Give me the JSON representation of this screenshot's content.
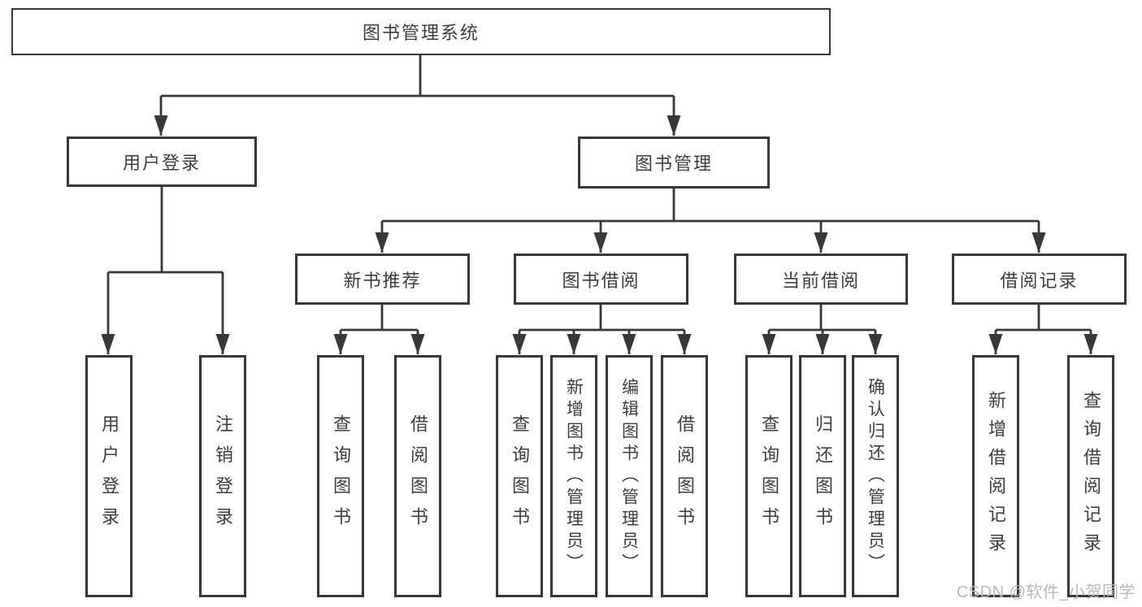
{
  "diagram": {
    "root": {
      "label": "图书管理系统"
    },
    "level2": [
      {
        "id": "user-login",
        "label": "用户登录"
      },
      {
        "id": "book-management",
        "label": "图书管理"
      }
    ],
    "level3": [
      {
        "id": "new-book-recommend",
        "label": "新书推荐"
      },
      {
        "id": "book-borrowing",
        "label": "图书借阅"
      },
      {
        "id": "current-borrowing",
        "label": "当前借阅"
      },
      {
        "id": "borrowing-records",
        "label": "借阅记录"
      }
    ],
    "leaves": [
      {
        "label": "用户登录"
      },
      {
        "label": "注销登录"
      },
      {
        "label": "查询图书"
      },
      {
        "label": "借阅图书"
      },
      {
        "label": "查询图书"
      },
      {
        "label": "新增图书（管理员）"
      },
      {
        "label": "编辑图书（管理员）"
      },
      {
        "label": "借阅图书"
      },
      {
        "label": "查询图书"
      },
      {
        "label": "归还图书"
      },
      {
        "label": "确认归还（管理员）"
      },
      {
        "label": "新增借阅记录"
      },
      {
        "label": "查询借阅记录"
      }
    ]
  },
  "watermark": {
    "text": "CSDN @软件_小贺同学"
  },
  "colors": {
    "line": "#383838",
    "box_border": "#383838",
    "text": "#3d3d3d",
    "watermark": "#b5b5b5",
    "background": "#ffffff"
  }
}
